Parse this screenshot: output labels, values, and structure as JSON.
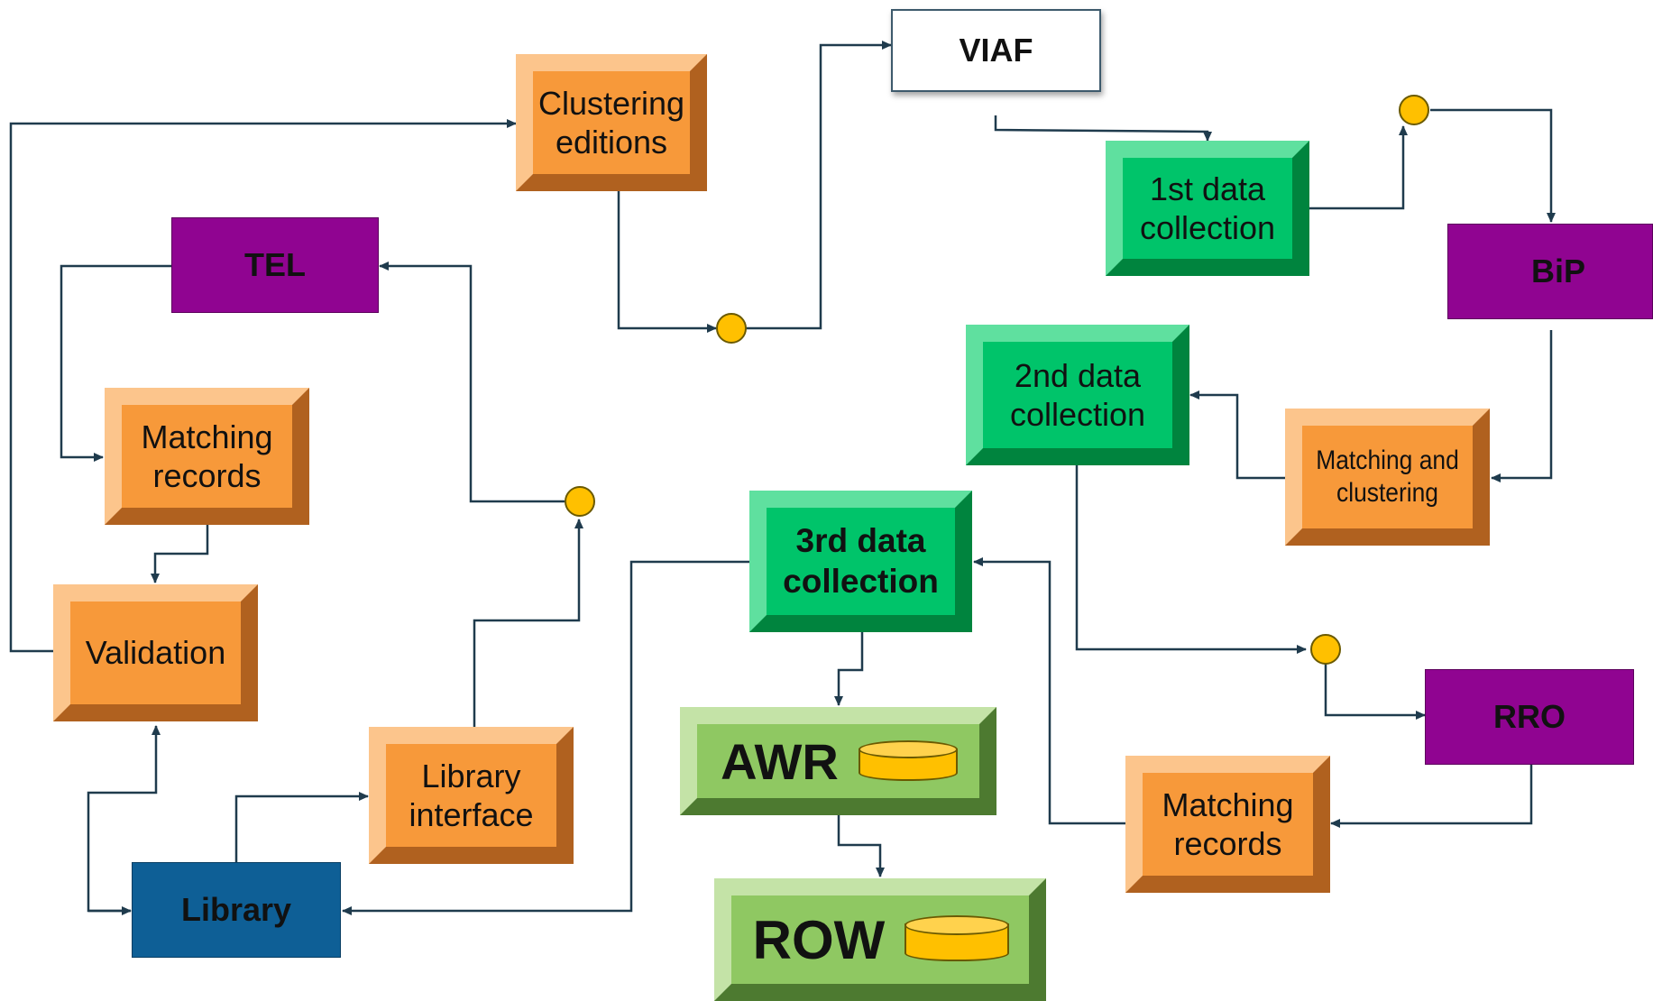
{
  "nodes": {
    "viaf": "VIAF",
    "clustering_editions": "Clustering editions",
    "first_data_collection": "1st data collection",
    "bip": "BiP",
    "tel": "TEL",
    "second_data_collection": "2nd data collection",
    "matching_records_left": "Matching records",
    "matching_and_clustering": "Matching and clustering",
    "third_data_collection": "3rd data collection",
    "validation": "Validation",
    "awr": "AWR",
    "rro": "RRO",
    "library_interface": "Library interface",
    "matching_records_right": "Matching records",
    "library": "Library",
    "row": "ROW"
  },
  "colors": {
    "orange": "#f7993a",
    "green": "#00c46a",
    "light_green": "#8fc862",
    "purple": "#900491",
    "blue": "#0e5f96",
    "connector_dot": "#ffc000",
    "line": "#1f3b4d"
  },
  "connector_icon": "yellow-circle-junction",
  "database_icon": "cylinder-database-icon"
}
